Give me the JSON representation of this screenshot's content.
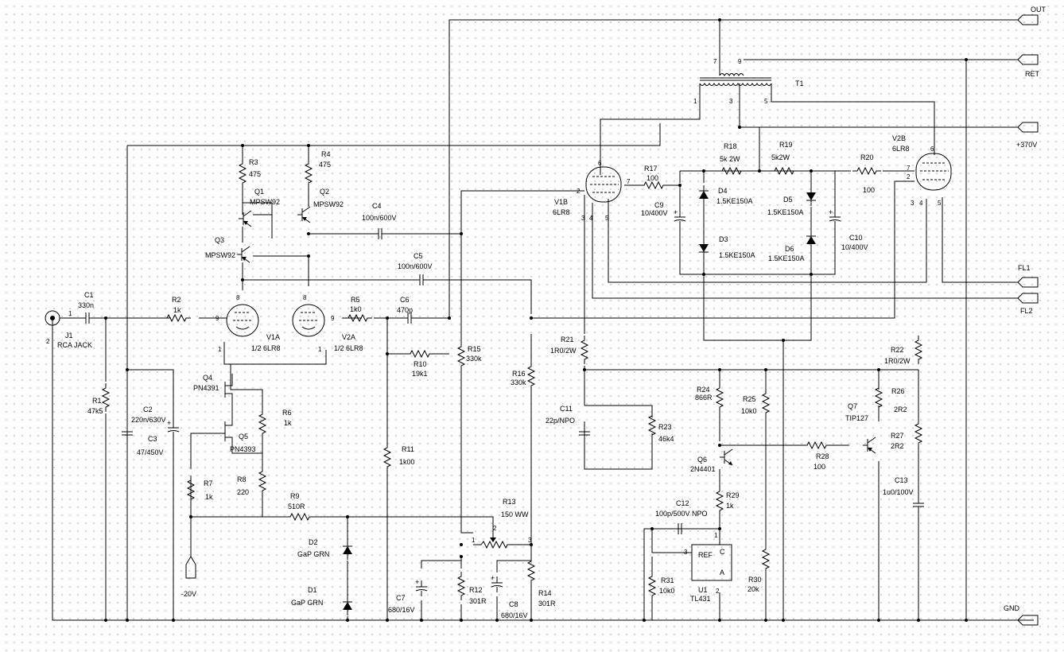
{
  "ports": [
    {
      "name": "OUT",
      "label": "OUT"
    },
    {
      "name": "RET",
      "label": "RET"
    },
    {
      "name": "B+",
      "label": "+370V"
    },
    {
      "name": "FL1",
      "label": "FL1"
    },
    {
      "name": "FL2",
      "label": "FL2"
    },
    {
      "name": "GND",
      "label": "GND"
    },
    {
      "name": "NEG",
      "label": "-20V"
    }
  ],
  "components": [
    {
      "ref": "J1",
      "value": "RCA JACK"
    },
    {
      "ref": "C1",
      "value": "330n"
    },
    {
      "ref": "R1",
      "value": "47k5"
    },
    {
      "ref": "C2",
      "value": "220n/630V"
    },
    {
      "ref": "C3",
      "value": "47/450V"
    },
    {
      "ref": "R2",
      "value": "1k"
    },
    {
      "ref": "R3",
      "value": "475"
    },
    {
      "ref": "R4",
      "value": "475"
    },
    {
      "ref": "Q1",
      "value": "MPSW92"
    },
    {
      "ref": "Q2",
      "value": "MPSW92"
    },
    {
      "ref": "Q3",
      "value": "MPSW92"
    },
    {
      "ref": "V1A",
      "value": "1/2 6LR8"
    },
    {
      "ref": "V2A",
      "value": "1/2 6LR8"
    },
    {
      "ref": "Q4",
      "value": "PN4391"
    },
    {
      "ref": "Q5",
      "value": "PN4393"
    },
    {
      "ref": "R6",
      "value": "1k"
    },
    {
      "ref": "R7",
      "value": "1k"
    },
    {
      "ref": "R8",
      "value": "220"
    },
    {
      "ref": "R9",
      "value": "510R"
    },
    {
      "ref": "D1",
      "value": "GaP GRN"
    },
    {
      "ref": "D2",
      "value": "GaP GRN"
    },
    {
      "ref": "R5",
      "value": "1k0"
    },
    {
      "ref": "C4",
      "value": "100n/600V"
    },
    {
      "ref": "C5",
      "value": "100n/600V"
    },
    {
      "ref": "C6",
      "value": "470p"
    },
    {
      "ref": "R10",
      "value": "19k1"
    },
    {
      "ref": "R11",
      "value": "1k00"
    },
    {
      "ref": "R15",
      "value": "330k"
    },
    {
      "ref": "R16",
      "value": "330k"
    },
    {
      "ref": "R13",
      "value": "150 WW"
    },
    {
      "ref": "R12",
      "value": "301R"
    },
    {
      "ref": "R14",
      "value": "301R"
    },
    {
      "ref": "C7",
      "value": "680/16V"
    },
    {
      "ref": "C8",
      "value": "680/16V"
    },
    {
      "ref": "V1B",
      "value": "6LR8"
    },
    {
      "ref": "V2B",
      "value": "6LR8"
    },
    {
      "ref": "T1",
      "value": ""
    },
    {
      "ref": "R17",
      "value": "100"
    },
    {
      "ref": "R18",
      "value": "5k 2W"
    },
    {
      "ref": "R19",
      "value": "5k2W"
    },
    {
      "ref": "R20",
      "value": "100"
    },
    {
      "ref": "C9",
      "value": "10/400V"
    },
    {
      "ref": "C10",
      "value": "10/400V"
    },
    {
      "ref": "D3",
      "value": "1.5KE150A"
    },
    {
      "ref": "D4",
      "value": "1.5KE150A"
    },
    {
      "ref": "D5",
      "value": "1.5KE150A"
    },
    {
      "ref": "D6",
      "value": "1.5KE150A"
    },
    {
      "ref": "R21",
      "value": "1R0/2W"
    },
    {
      "ref": "R22",
      "value": "1R0/2W"
    },
    {
      "ref": "C11",
      "value": "22p/NPO"
    },
    {
      "ref": "R23",
      "value": "46k4"
    },
    {
      "ref": "R24",
      "value": "866R"
    },
    {
      "ref": "R25",
      "value": "10k0"
    },
    {
      "ref": "Q6",
      "value": "2N4401"
    },
    {
      "ref": "Q7",
      "value": "TIP127"
    },
    {
      "ref": "R26",
      "value": "2R2"
    },
    {
      "ref": "R27",
      "value": "2R2"
    },
    {
      "ref": "R28",
      "value": "100"
    },
    {
      "ref": "R29",
      "value": "1k"
    },
    {
      "ref": "C12",
      "value": "100p/500V NPO"
    },
    {
      "ref": "C13",
      "value": "1u0/100V"
    },
    {
      "ref": "U1",
      "value": "TL431"
    },
    {
      "ref": "R30",
      "value": "20k"
    },
    {
      "ref": "R31",
      "value": "10k0"
    }
  ],
  "pin_numbers": {
    "one": "1",
    "two": "2",
    "three": "3",
    "four": "4",
    "five": "5",
    "six": "6",
    "seven": "7",
    "eight": "8",
    "nine": "9"
  },
  "u1_pins": {
    "ref": "REF",
    "cathode": "C",
    "anode": "A"
  }
}
